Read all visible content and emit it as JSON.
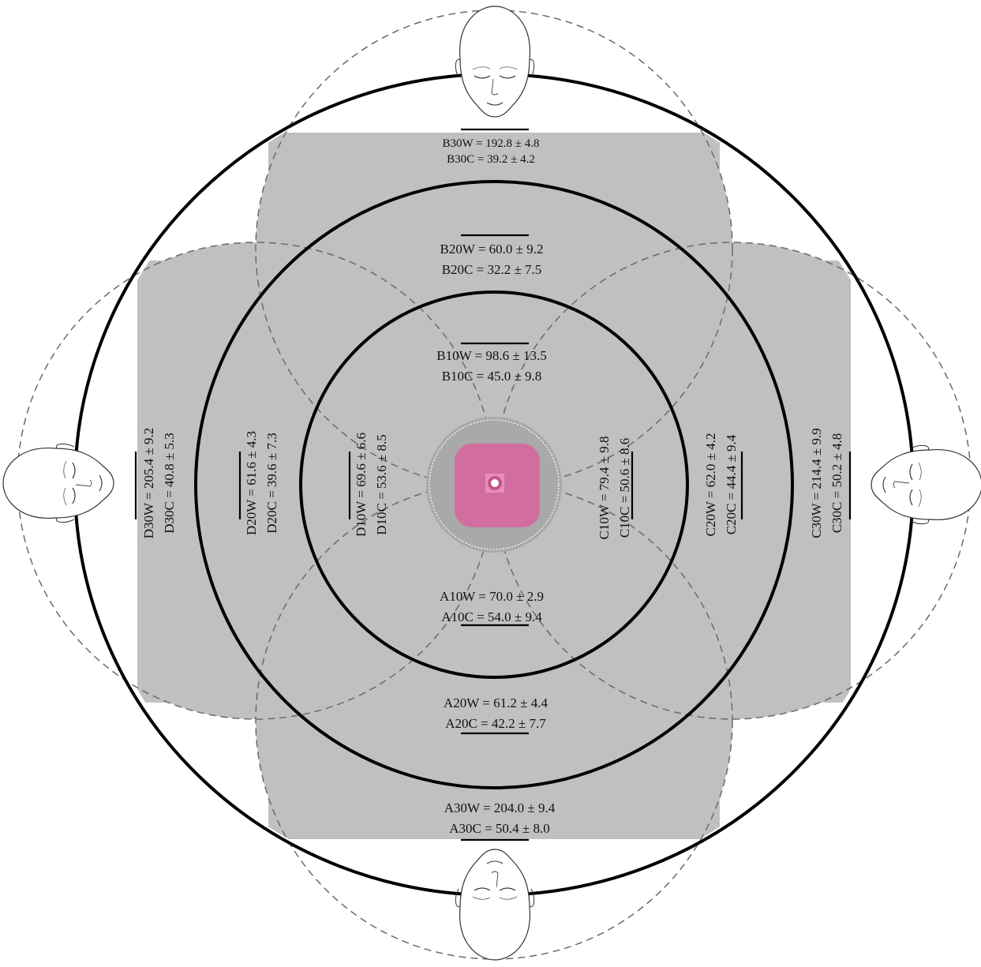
{
  "labels": {
    "A30W": "A30W = 204.0 ± 9.4",
    "A30C": "A30C = 50.4 ± 8.0",
    "A20W": "A20W = 61.2 ± 4.4",
    "A20C": "A20C = 42.2 ± 7.7",
    "A10W": "A10W = 70.0 ± 2.9",
    "A10C": "A10C = 54.0 ± 9.4",
    "B30W": "B30W = 192.8 ± 4.8",
    "B30C": "B30C = 39.2 ± 4.2",
    "B20W": "B20W = 60.0 ± 9.2",
    "B20C": "B20C = 32.2 ± 7.5",
    "B10W": "B10W = 98.6 ± 13.5",
    "B10C": "B10C = 45.0 ± 9.8",
    "C10W": "C10W = 79.4 ± 9.8",
    "C10C": "C10C = 50.6 ± 8.6",
    "C20W": "C20W = 62.0 ± 4.2",
    "C20C": "C20C = 44.4 ± 9.4",
    "C30W": "C30W = 214.4 ± 9.9",
    "C30C": "C30C = 50.2 ± 4.8",
    "D10W": "D10W = 69.6 ± 6.6",
    "D10C": "D10C = 53.6 ± 8.5",
    "D20W": "D20W = 61.6 ± 4.3",
    "D20C": "D20C = 39.6 ± 7.3",
    "D30W": "D30W = 205.4 ± 9.2",
    "D30C": "D30C = 40.8 ± 5.3"
  },
  "colors": {
    "zone_fill": "#c0c0c0",
    "dashed_circle": "#6a6a6a",
    "center_disc": "#a9a9a9",
    "center_square": "#d16e9f",
    "ring_stroke": "#000000"
  },
  "icons": [
    "head-icon-top",
    "head-icon-bottom",
    "head-icon-left",
    "head-icon-right"
  ]
}
